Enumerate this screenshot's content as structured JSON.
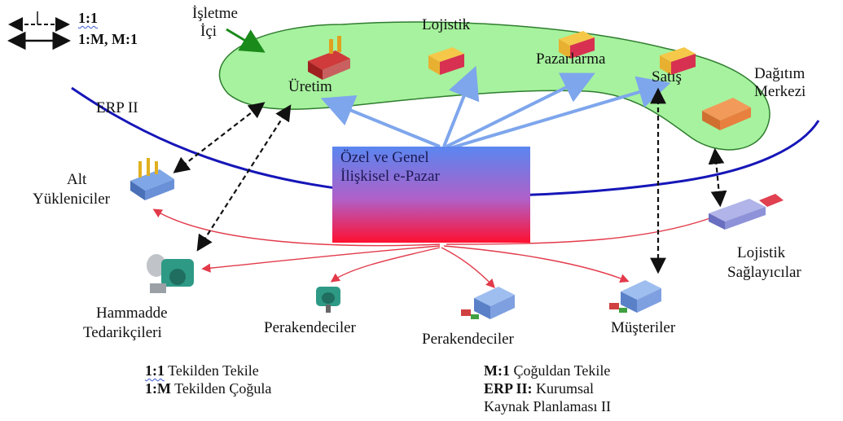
{
  "legend_top": {
    "one_to_one": "1:1",
    "one_many": "1:M, M:1"
  },
  "labels": {
    "isletme_line1": "İşletme",
    "isletme_line2": "İçi",
    "lojistik": "Lojistik",
    "pazarlarma": "Pazarlarma",
    "uretim": "Üretim",
    "satis": "Satış",
    "dagitim_line1": "Dağıtım",
    "dagitim_line2": "Merkezi",
    "erp2": "ERP II",
    "alt_line1": "Alt",
    "alt_line2": "Yükleniciler",
    "center_line1": "Özel ve Genel",
    "center_line2": "İlişkisel e-Pazar",
    "lojistik_saglayici_line1": "Lojistik",
    "lojistik_saglayici_line2": "Sağlayıcılar",
    "hammadde_line1": "Hammadde",
    "hammadde_line2": "Tedarikçileri",
    "perakendeciler_1": "Perakendeciler",
    "perakendeciler_2": "Perakendeciler",
    "musteriler": "Müşteriler"
  },
  "footer": {
    "l1_key": "1:1",
    "l1_text": " Tekilden Tekile",
    "l2_key": "1:M",
    "l2_text": " Tekilden Çoğula",
    "r1_key": "M:1",
    "r1_text": " Çoğuldan Tekile",
    "r2_key": "ERP II:",
    "r2_text": " Kurumsal",
    "r3_text": "Kaynak Planlaması II"
  },
  "colors": {
    "ellipse_fill": "#a6f29e",
    "ellipse_stroke": "#2f7d2f",
    "blue_arrow": "#7ea6ec",
    "erp_line": "#1616b8",
    "red_arrow": "#e23a4a",
    "box_top": "#5a86f0",
    "box_bottom": "#ff1030"
  }
}
